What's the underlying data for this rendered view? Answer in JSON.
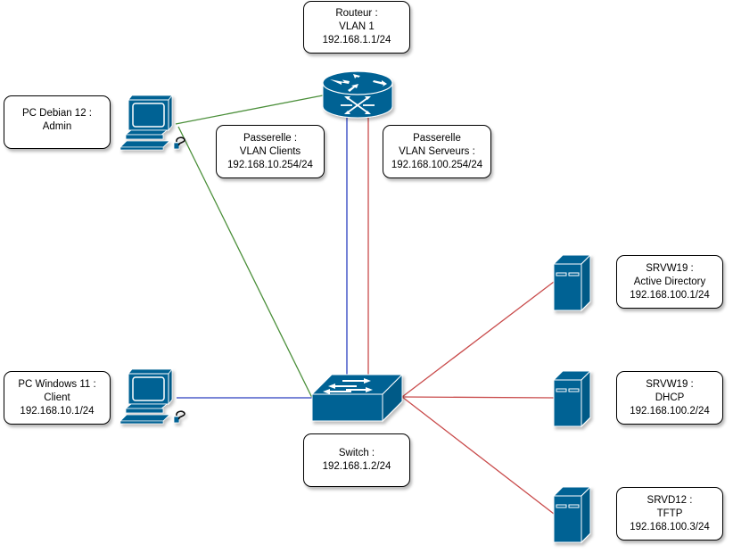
{
  "diagram": {
    "type": "network-topology",
    "colors": {
      "device": "#036294",
      "link_admin": "#4b8f3a",
      "link_clients": "#2a3fbf",
      "link_servers": "#c94b4b"
    },
    "nodes": {
      "router": {
        "icon": "router-icon",
        "label": [
          "Routeur :",
          "VLAN 1",
          "192.168.1.1/24"
        ]
      },
      "switch": {
        "icon": "switch-icon",
        "label": [
          "Switch :",
          "192.168.1.2/24"
        ]
      },
      "pc_admin": {
        "icon": "desktop-pc-icon",
        "label": [
          "PC Debian 12 :",
          "Admin"
        ]
      },
      "pc_client": {
        "icon": "desktop-pc-icon",
        "label": [
          "PC Windows 11 :",
          "Client",
          "192.168.10.1/24"
        ]
      },
      "srv_ad": {
        "icon": "server-tower-icon",
        "label": [
          "SRVW19 :",
          "Active Directory",
          "192.168.100.1/24"
        ]
      },
      "srv_dhcp": {
        "icon": "server-tower-icon",
        "label": [
          "SRVW19 :",
          "DHCP",
          "192.168.100.2/24"
        ]
      },
      "srv_tftp": {
        "icon": "server-tower-icon",
        "label": [
          "SRVD12 :",
          "TFTP",
          "192.168.100.3/24"
        ]
      }
    },
    "gateways": {
      "clients": [
        "Passerelle :",
        "VLAN Clients",
        "192.168.10.254/24"
      ],
      "servers": [
        "Passerelle",
        "VLAN Serveurs :",
        "192.168.100.254/24"
      ]
    },
    "links": [
      {
        "from": "pc_admin",
        "to": "router",
        "vlan": "admin"
      },
      {
        "from": "pc_admin",
        "to": "switch",
        "vlan": "admin"
      },
      {
        "from": "router",
        "to": "switch",
        "vlan": "clients"
      },
      {
        "from": "router",
        "to": "switch",
        "vlan": "servers"
      },
      {
        "from": "pc_client",
        "to": "switch",
        "vlan": "clients"
      },
      {
        "from": "switch",
        "to": "srv_ad",
        "vlan": "servers"
      },
      {
        "from": "switch",
        "to": "srv_dhcp",
        "vlan": "servers"
      },
      {
        "from": "switch",
        "to": "srv_tftp",
        "vlan": "servers"
      }
    ]
  }
}
